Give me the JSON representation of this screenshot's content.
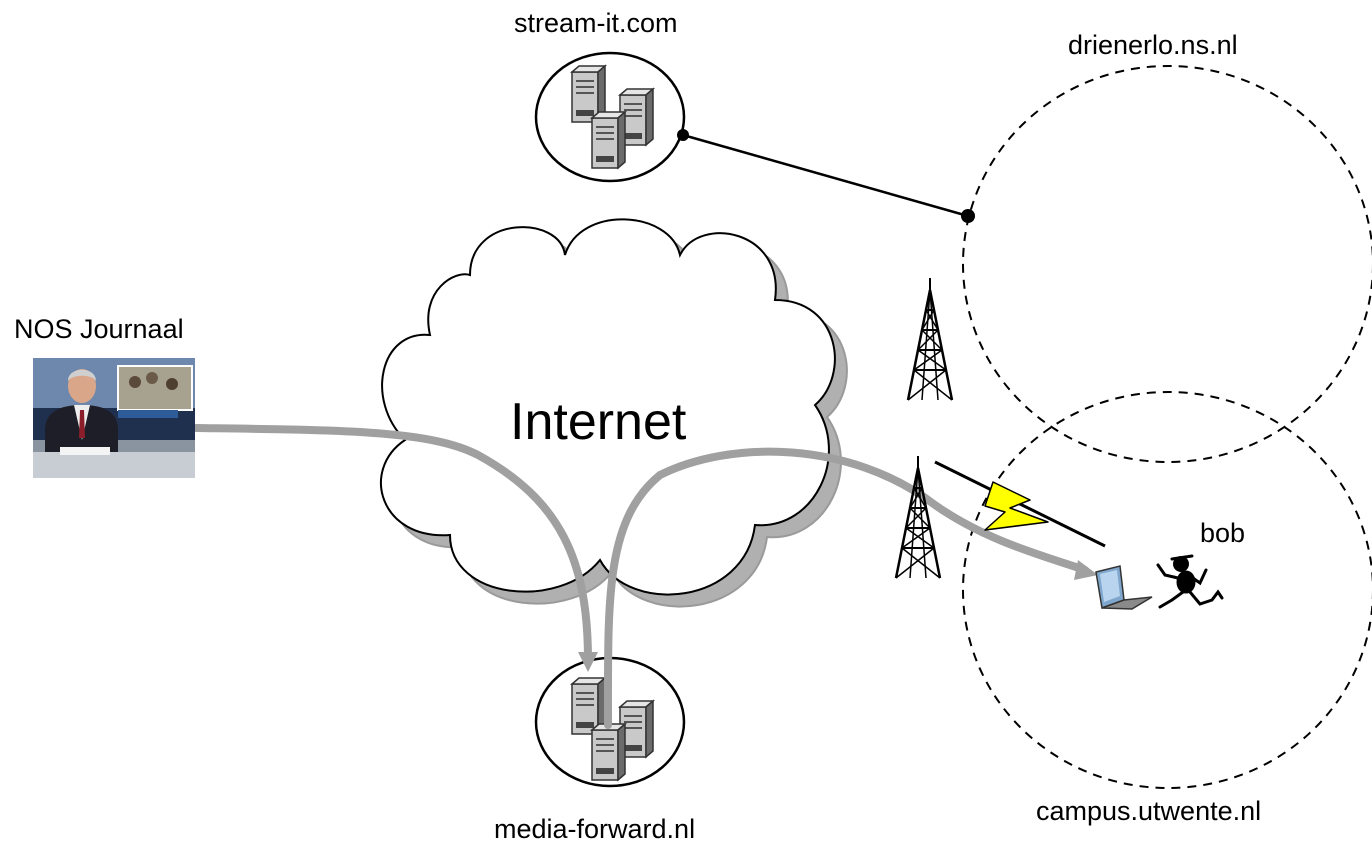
{
  "labels": {
    "stream_server": "stream-it.com",
    "wifi_zone_1": "drienerlo.ns.nl",
    "broadcaster": "NOS Journaal",
    "cloud": "Internet",
    "user": "bob",
    "forward_server": "media-forward.nl",
    "wifi_zone_2": "campus.utwente.nl"
  },
  "colors": {
    "stream_path": "#a0a0a0",
    "lightning": "#ffff00",
    "cloud_shadow": "#b0b0b0",
    "line": "#000000"
  },
  "icons": {
    "server_cluster": "server-cluster-icon",
    "radio_tower": "radio-tower-icon",
    "laptop": "laptop-icon",
    "running_person": "running-person-icon",
    "lightning": "lightning-icon",
    "tv_news": "tv-news-icon"
  }
}
